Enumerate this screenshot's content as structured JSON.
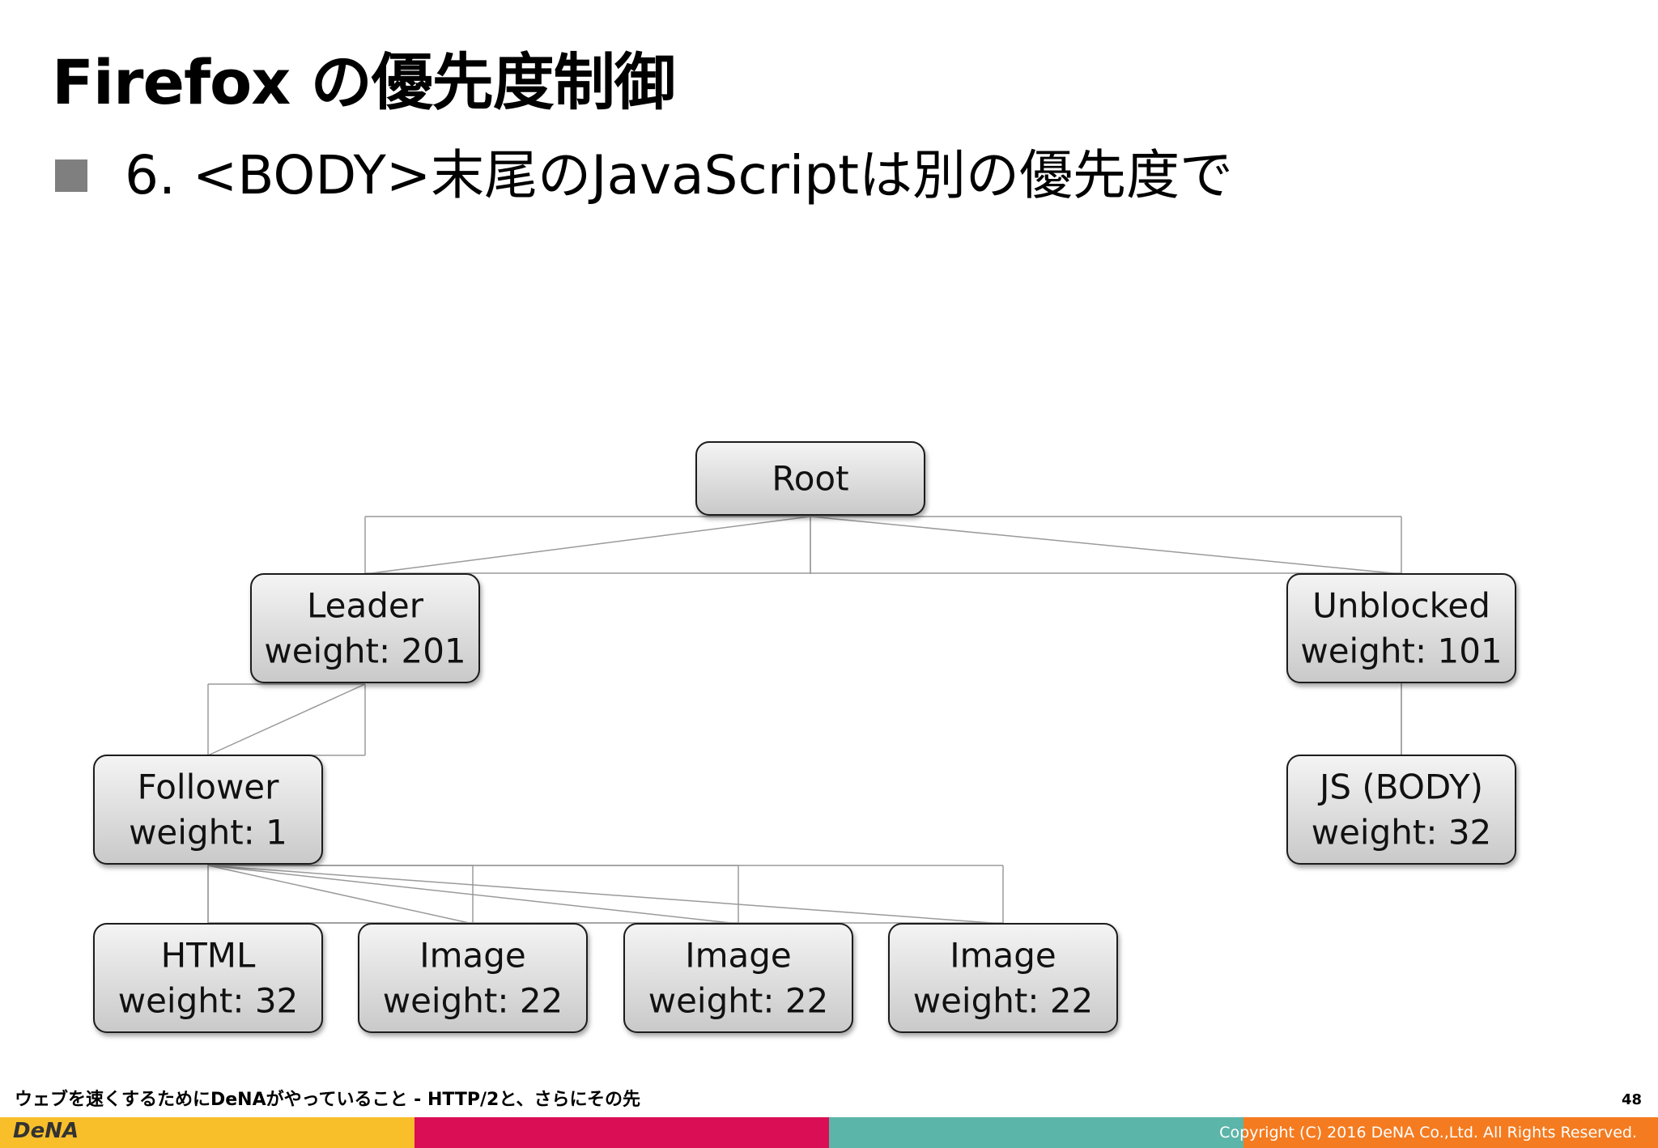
{
  "slide": {
    "title": "Firefox の優先度制御",
    "bullet": "6. <BODY>末尾のJavaScriptは別の優先度で"
  },
  "diagram": {
    "nodes": [
      {
        "id": "root",
        "lines": [
          "Root"
        ]
      },
      {
        "id": "leader",
        "lines": [
          "Leader",
          "weight: 201"
        ]
      },
      {
        "id": "unblocked",
        "lines": [
          "Unblocked",
          "weight: 101"
        ]
      },
      {
        "id": "follower",
        "lines": [
          "Follower",
          "weight: 1"
        ]
      },
      {
        "id": "js-body",
        "lines": [
          "JS (BODY)",
          "weight: 32"
        ]
      },
      {
        "id": "html",
        "lines": [
          "HTML",
          "weight: 32"
        ]
      },
      {
        "id": "image-1",
        "lines": [
          "Image",
          "weight: 22"
        ]
      },
      {
        "id": "image-2",
        "lines": [
          "Image",
          "weight: 22"
        ]
      },
      {
        "id": "image-3",
        "lines": [
          "Image",
          "weight: 22"
        ]
      }
    ],
    "edges": [
      [
        "root",
        "leader"
      ],
      [
        "root",
        "unblocked"
      ],
      [
        "leader",
        "follower"
      ],
      [
        "unblocked",
        "js-body"
      ],
      [
        "follower",
        "html"
      ],
      [
        "follower",
        "image-1"
      ],
      [
        "follower",
        "image-2"
      ],
      [
        "follower",
        "image-3"
      ]
    ]
  },
  "footer": {
    "text": "ウェブを速くするためにDeNAがやっていること - HTTP/2と、さらにその先",
    "page": "48",
    "logo": "DeNA",
    "copyright": "Copyright (C) 2016 DeNA Co.,Ltd. All Rights Reserved."
  },
  "colors": {
    "band_yellow": "#f9bf2a",
    "band_magenta": "#d90e54",
    "band_teal": "#5bb5a8",
    "band_orange": "#f47b20"
  }
}
